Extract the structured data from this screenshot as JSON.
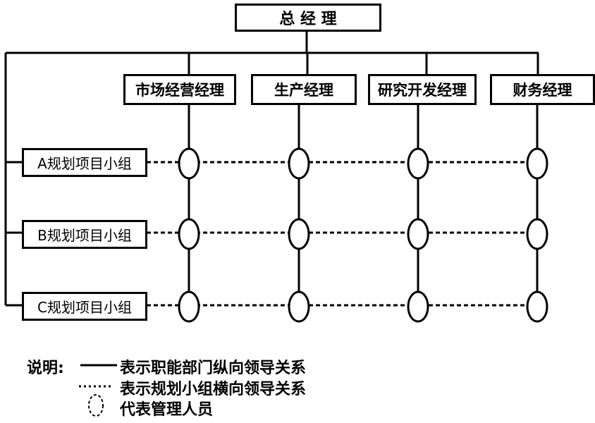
{
  "top": {
    "label": "总 经 理"
  },
  "managers": [
    {
      "label": "市场经营经理"
    },
    {
      "label": "生产经理"
    },
    {
      "label": "研究开发经理"
    },
    {
      "label": "财务经理"
    }
  ],
  "groups": [
    {
      "label": "A规划项目小组"
    },
    {
      "label": "B规划项目小组"
    },
    {
      "label": "C规划项目小组"
    }
  ],
  "legend": {
    "title": "说明:",
    "solid": "表示职能部门纵向领导关系",
    "dotted": "表示规划小组横向领导关系",
    "circle": "代表管理人员"
  }
}
